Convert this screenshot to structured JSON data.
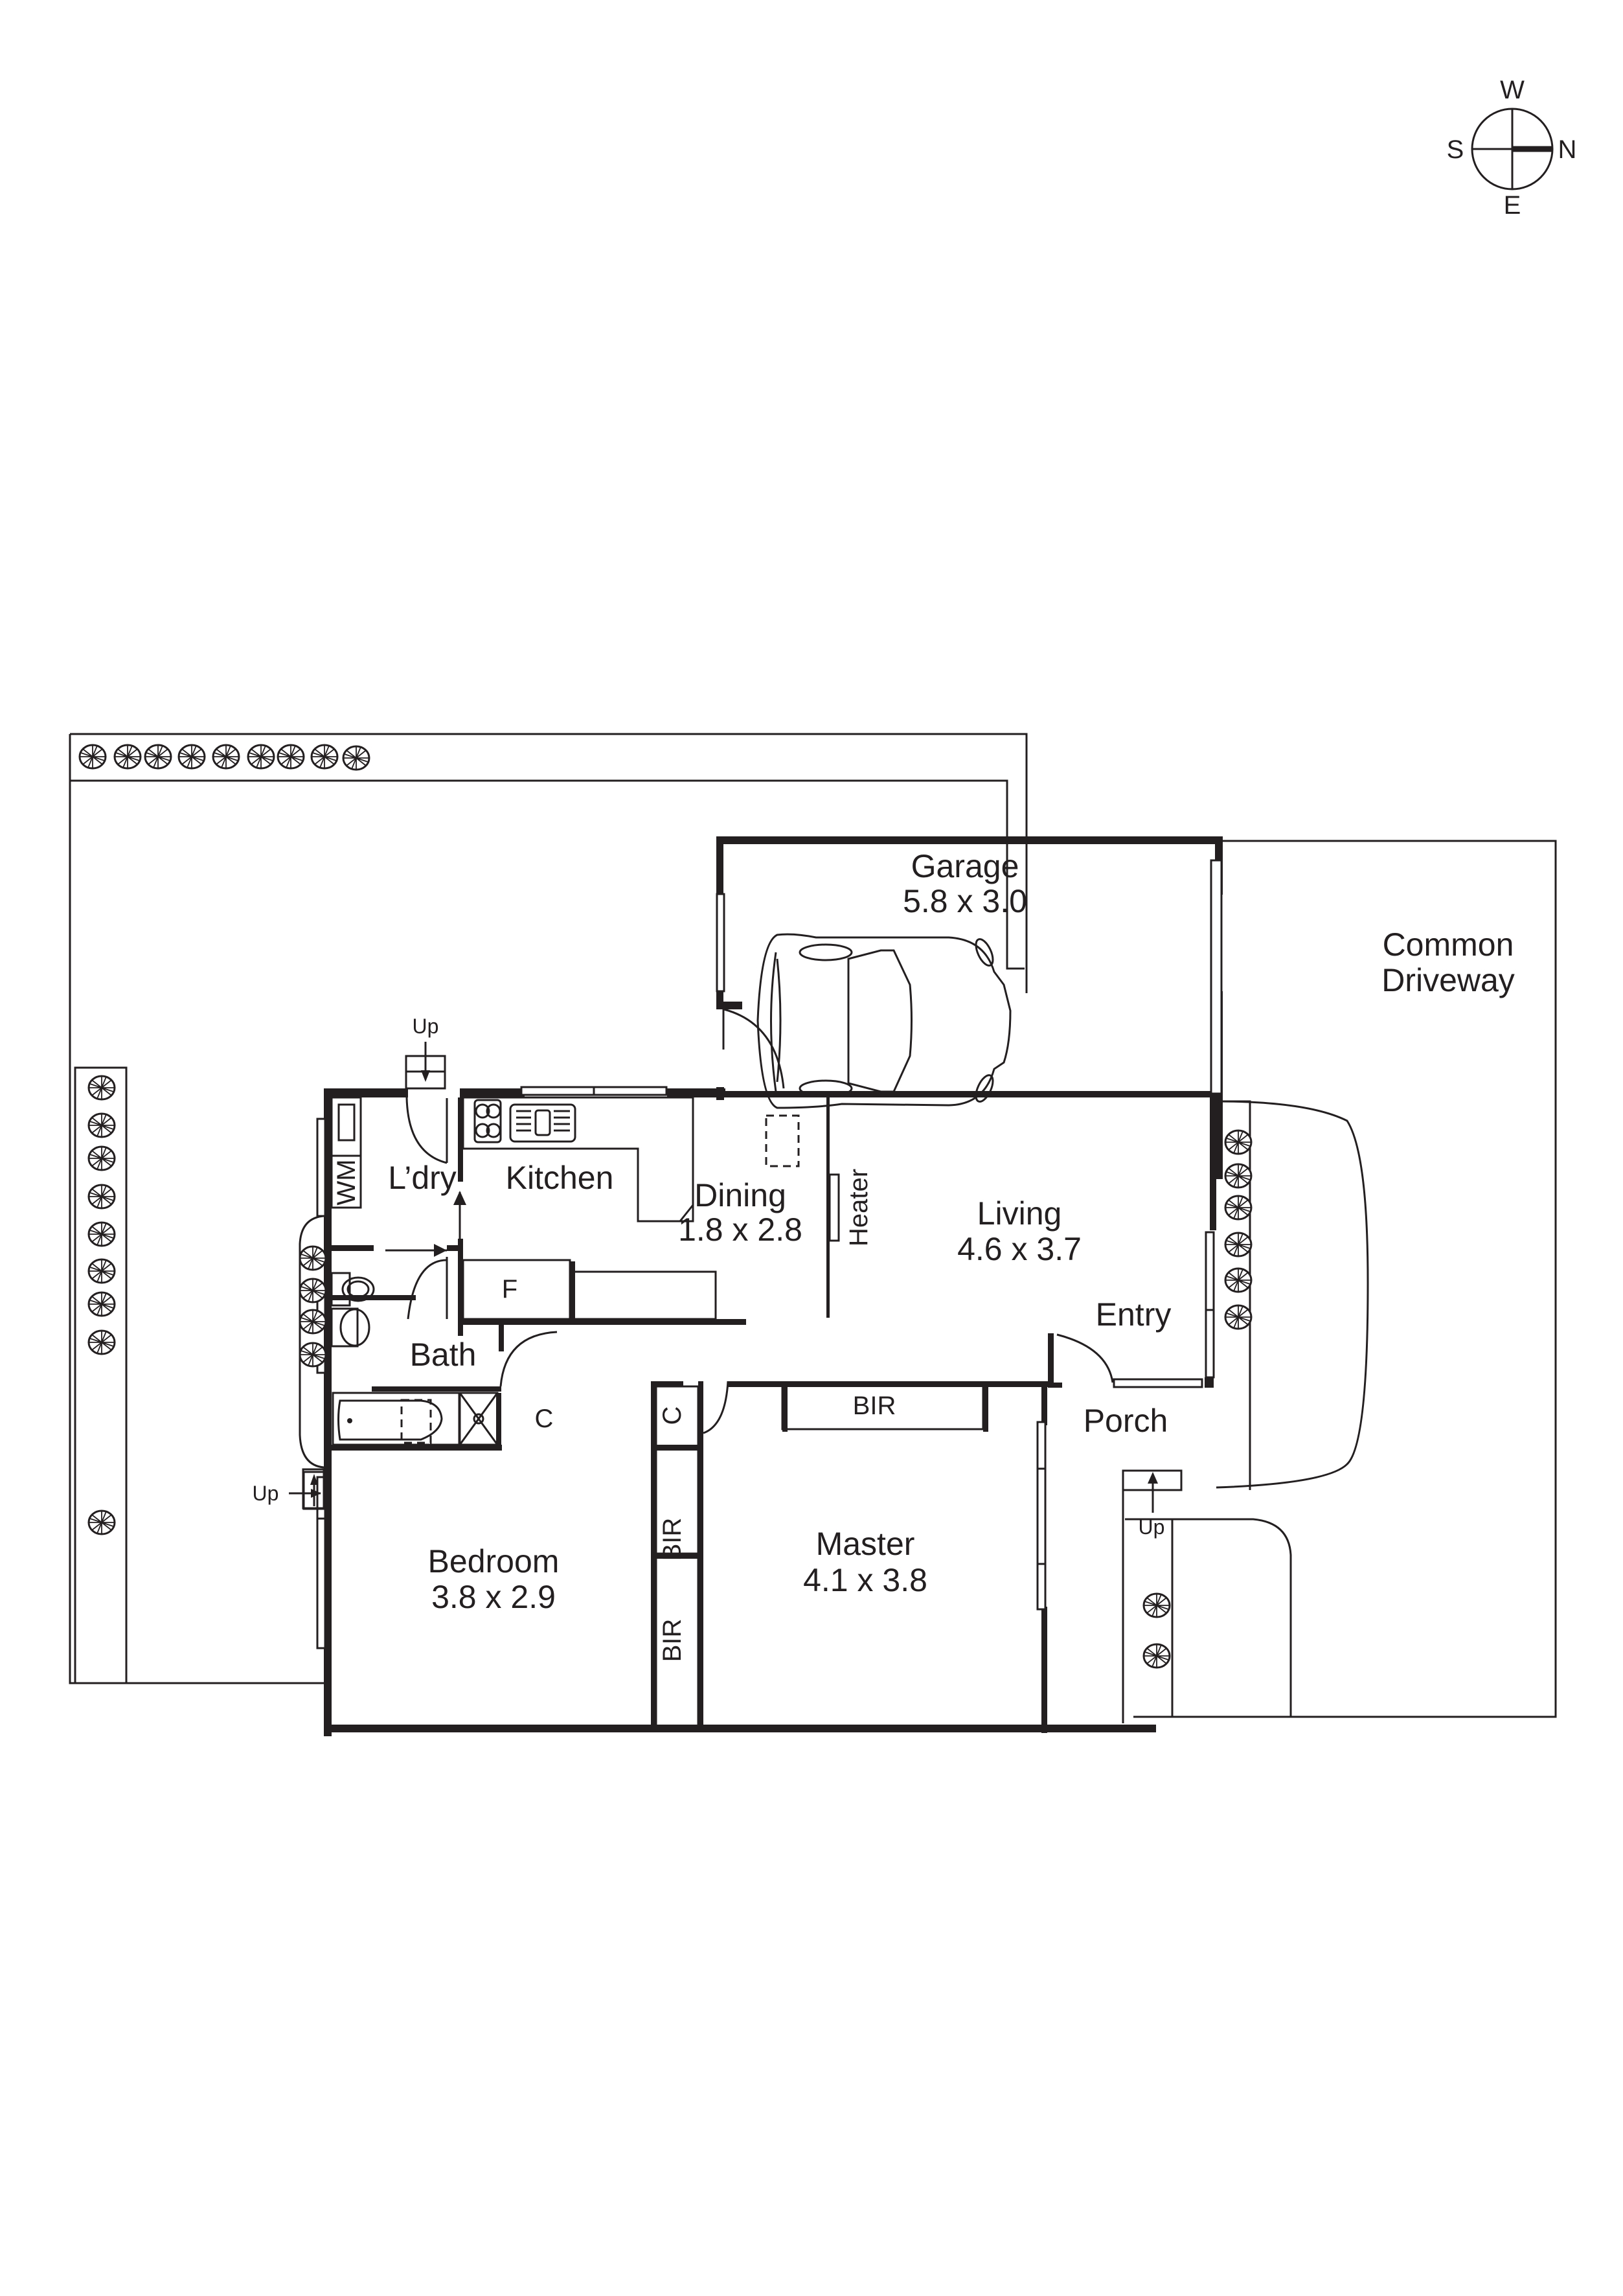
{
  "compass": {
    "north": "N",
    "south": "S",
    "east": "E",
    "west": "W"
  },
  "rooms": {
    "garage": {
      "name": "Garage",
      "dims": "5.8 x 3.0"
    },
    "common_driveway": {
      "line1": "Common",
      "line2": "Driveway"
    },
    "laundry": {
      "name": "L’dry"
    },
    "kitchen": {
      "name": "Kitchen"
    },
    "dining": {
      "name": "Dining",
      "dims": "1.8 x 2.8"
    },
    "living": {
      "name": "Living",
      "dims": "4.6 x 3.7"
    },
    "entry": {
      "name": "Entry"
    },
    "porch": {
      "name": "Porch"
    },
    "bath": {
      "name": "Bath"
    },
    "bedroom": {
      "name": "Bedroom",
      "dims": "3.8 x 2.9"
    },
    "master": {
      "name": "Master",
      "dims": "4.1 x 3.8"
    }
  },
  "fixtures": {
    "washing_machine": "WM",
    "fridge": "F",
    "heater": "Heater",
    "bath_cupboard": "C",
    "hall_cupboard": "C",
    "master_robe": "BIR",
    "bedroom_robe_1": "BIR",
    "bedroom_robe_2": "BIR"
  },
  "stairs": {
    "laundry_step": "Up",
    "bedroom_step": "Up",
    "porch_step": "Up"
  },
  "colors": {
    "ink": "#231f20",
    "background": "#ffffff"
  }
}
